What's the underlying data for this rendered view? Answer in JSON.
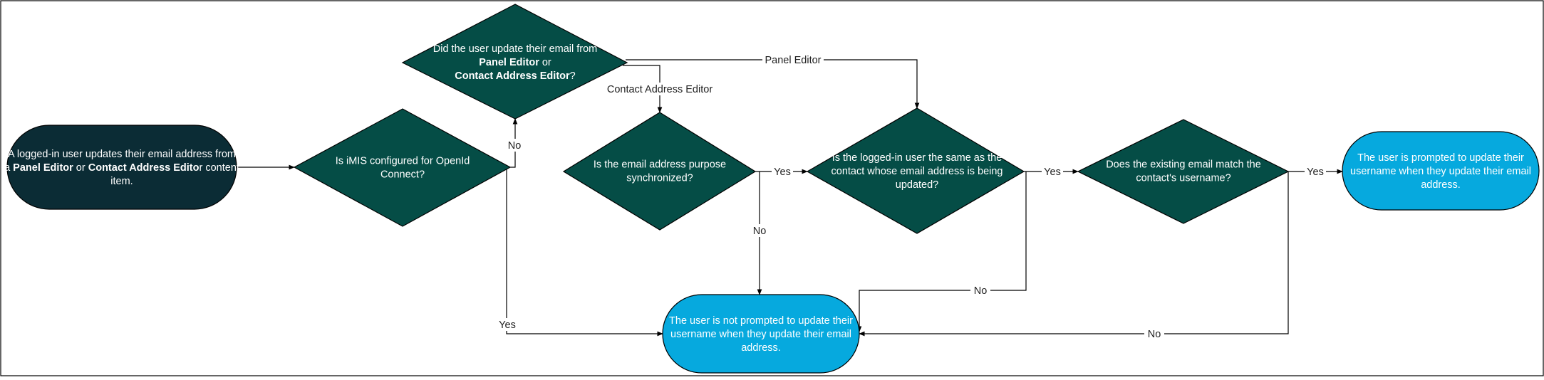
{
  "colors": {
    "start_fill": "#0b2c35",
    "decision_fill": "#054d46",
    "end_fill": "#06a9de",
    "line": "#000000",
    "text_light": "#ffffff",
    "label_text": "#222222"
  },
  "nodes": {
    "start": {
      "lines": [
        [
          {
            "t": "A logged-in user updates their email address from"
          }
        ],
        [
          {
            "t": "a "
          },
          {
            "t": "Panel Editor",
            "b": true
          },
          {
            "t": " or "
          },
          {
            "t": "Contact Address Edito",
            "b": true
          },
          {
            "t": "r content"
          }
        ],
        [
          {
            "t": "item."
          }
        ]
      ]
    },
    "d_openid": {
      "lines": [
        [
          {
            "t": "Is iMIS configured for OpenId"
          }
        ],
        [
          {
            "t": "Connect?"
          }
        ]
      ]
    },
    "d_editor": {
      "lines": [
        [
          {
            "t": "Did the user update their email from"
          }
        ],
        [
          {
            "t": "Panel Editor",
            "b": true
          },
          {
            "t": " or"
          }
        ],
        [
          {
            "t": "Contact Address Editor",
            "b": true
          },
          {
            "t": "?"
          }
        ]
      ]
    },
    "d_purpose": {
      "lines": [
        [
          {
            "t": "Is the email address purpose"
          }
        ],
        [
          {
            "t": "synchronized?"
          }
        ]
      ]
    },
    "d_same": {
      "lines": [
        [
          {
            "t": "Is the logged-in user the same as the"
          }
        ],
        [
          {
            "t": "contact whose email address is being"
          }
        ],
        [
          {
            "t": "updated?"
          }
        ]
      ]
    },
    "d_match": {
      "lines": [
        [
          {
            "t": "Does the existing email match the"
          }
        ],
        [
          {
            "t": "contact's username?"
          }
        ]
      ]
    },
    "end_prompted": {
      "lines": [
        [
          {
            "t": "The user is prompted to update their"
          }
        ],
        [
          {
            "t": "username when they update their email"
          }
        ],
        [
          {
            "t": "address."
          }
        ]
      ]
    },
    "end_not_prompted": {
      "lines": [
        [
          {
            "t": "The user is not prompted to update their"
          }
        ],
        [
          {
            "t": "username when they update their email"
          }
        ],
        [
          {
            "t": "address."
          }
        ]
      ]
    }
  },
  "edge_labels": {
    "openid_no": "No",
    "openid_yes": "Yes",
    "editor_panel": "Panel Editor",
    "editor_contact": "Contact Address Editor",
    "purpose_yes": "Yes",
    "purpose_no": "No",
    "same_yes": "Yes",
    "same_no": "No",
    "match_yes": "Yes",
    "match_no": "No"
  }
}
